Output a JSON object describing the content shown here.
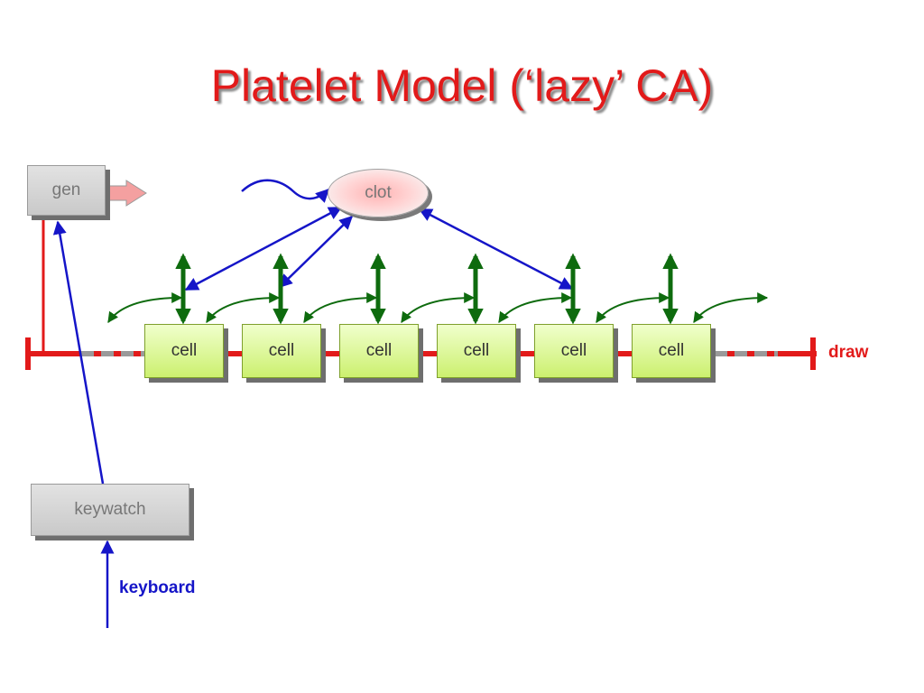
{
  "slide": {
    "title": "Platelet Model (‘lazy’ CA)"
  },
  "nodes": {
    "gen": "gen",
    "clot": "clot",
    "keywatch": "keywatch",
    "cells": [
      "cell",
      "cell",
      "cell",
      "cell",
      "cell",
      "cell"
    ]
  },
  "labels": {
    "draw": "draw",
    "keyboard": "keyboard"
  },
  "colors": {
    "title": "#e21a1a",
    "draw_line": "#e21a1a",
    "blue_arrow": "#1515c8",
    "green_arrow": "#0e6b0e",
    "cell_fill": "#ccf06f",
    "gen_arrow": "#f4a0a0"
  }
}
